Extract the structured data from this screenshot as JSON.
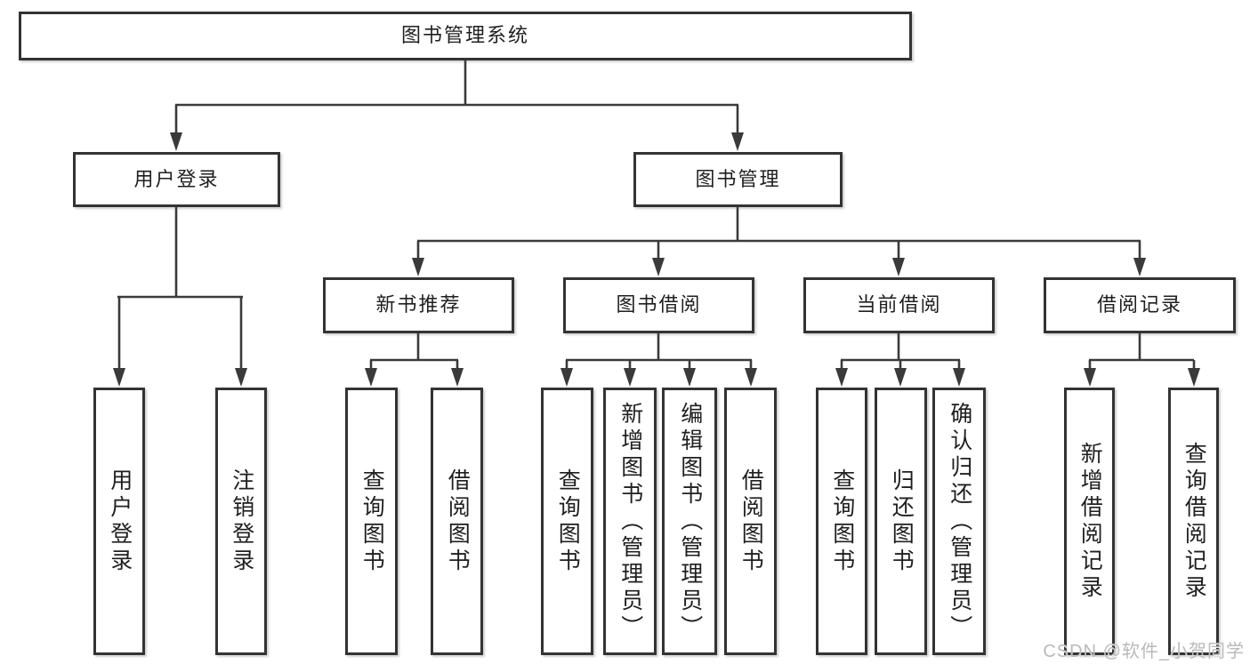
{
  "diagram": {
    "root": {
      "label": "图书管理系统",
      "children": [
        {
          "label": "用户登录",
          "children": [
            {
              "label": "用户登录"
            },
            {
              "label": "注销登录"
            }
          ]
        },
        {
          "label": "图书管理",
          "children": [
            {
              "label": "新书推荐",
              "children": [
                {
                  "label": "查询图书"
                },
                {
                  "label": "借阅图书"
                }
              ]
            },
            {
              "label": "图书借阅",
              "children": [
                {
                  "label": "查询图书"
                },
                {
                  "label": "新增图书（管理员）"
                },
                {
                  "label": "编辑图书（管理员）"
                },
                {
                  "label": "借阅图书"
                }
              ]
            },
            {
              "label": "当前借阅",
              "children": [
                {
                  "label": "查询图书"
                },
                {
                  "label": "归还图书"
                },
                {
                  "label": "确认归还（管理员）"
                }
              ]
            },
            {
              "label": "借阅记录",
              "children": [
                {
                  "label": "新增借阅记录"
                },
                {
                  "label": "查询借阅记录"
                }
              ]
            }
          ]
        }
      ]
    }
  },
  "watermark": {
    "text": "CSDN @软件_小贺同学",
    "color": "#b9b9b9"
  },
  "colors": {
    "line": "#3a3a3a",
    "box_border": "#333333",
    "box_fill": "#ffffff",
    "text": "#1f1f1f",
    "background": "#ffffff"
  }
}
